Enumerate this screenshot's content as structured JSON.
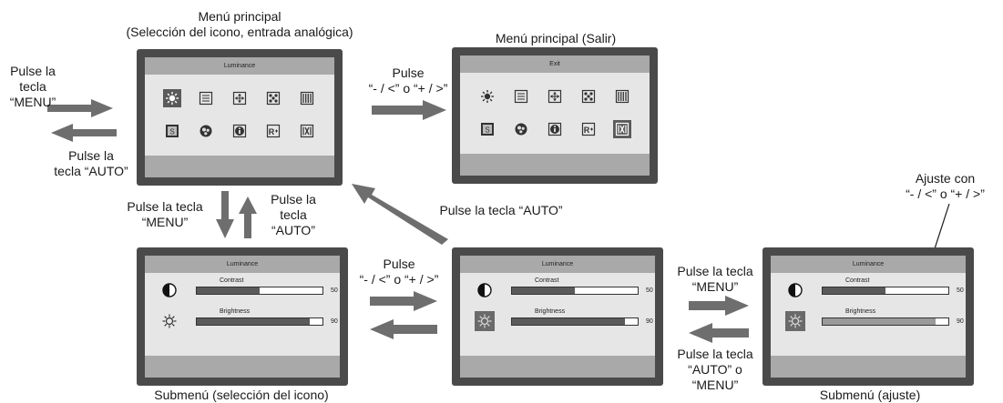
{
  "labels": {
    "main_menu_input": [
      "Menú principal",
      "(Selección del icono, entrada analógica)"
    ],
    "main_menu_exit": "Menú principal (Salir)",
    "press_menu_key": [
      "Pulse la",
      "tecla",
      "“MENU”"
    ],
    "press_auto_key": [
      "Pulse la",
      "tecla “AUTO”"
    ],
    "press_plus_minus_top": [
      "Pulse",
      "“- / <” o “+ / >”"
    ],
    "press_menu_key_down": [
      "Pulse la tecla",
      "“MENU”"
    ],
    "press_auto_key_up": [
      "Pulse la",
      "tecla",
      "“AUTO”"
    ],
    "press_auto_diagonal": "Pulse la tecla “AUTO”",
    "press_plus_minus_bottom": [
      "Pulse",
      "“- / <” o “+ / >”"
    ],
    "press_menu_key_right": [
      "Pulse la tecla",
      "“MENU”"
    ],
    "press_auto_or_menu": [
      "Pulse la tecla",
      "“AUTO” o",
      "“MENU”"
    ],
    "adjust_with": [
      "Ajuste con",
      "“- / <” o “+ / >”"
    ],
    "submenu_icon_selection": "Submenú (selección del icono)",
    "submenu_adjust": "Submenú (ajuste)"
  },
  "screens": {
    "main_input": {
      "title": "Luminance",
      "selected_icon": "luminance"
    },
    "main_exit": {
      "title": "Exit",
      "selected_icon": "exit"
    },
    "sub_select_a": {
      "title": "Luminance",
      "rows": [
        {
          "name": "Contrast",
          "value": "50",
          "level": 0.5,
          "icon": "contrast",
          "selected": true
        },
        {
          "name": "Brightness",
          "value": "90",
          "level": 0.9,
          "icon": "brightness",
          "selected": false
        }
      ]
    },
    "sub_select_b": {
      "title": "Luminance",
      "rows": [
        {
          "name": "Contrast",
          "value": "50",
          "level": 0.5,
          "icon": "contrast",
          "selected": false
        },
        {
          "name": "Brightness",
          "value": "90",
          "level": 0.9,
          "icon": "brightness",
          "selected": true
        }
      ]
    },
    "sub_adjust": {
      "title": "Luminance",
      "rows": [
        {
          "name": "Contrast",
          "value": "50",
          "level": 0.5,
          "icon": "contrast",
          "selected": false
        },
        {
          "name": "Brightness",
          "value": "90",
          "level": 0.9,
          "icon": "brightness",
          "selected": true
        }
      ]
    }
  },
  "icon_grid": [
    [
      "luminance-icon",
      "text-lines-icon",
      "position-icon",
      "dots-icon",
      "bars-icon"
    ],
    [
      "osd-icon",
      "color-icon",
      "info-icon",
      "reset-icon",
      "exit-icon"
    ]
  ],
  "colors": {
    "arrow": "#6e6e6e",
    "bezel": "#4a4a4a",
    "screen": "#e6e6e6",
    "bar": "#a9a9a9"
  }
}
